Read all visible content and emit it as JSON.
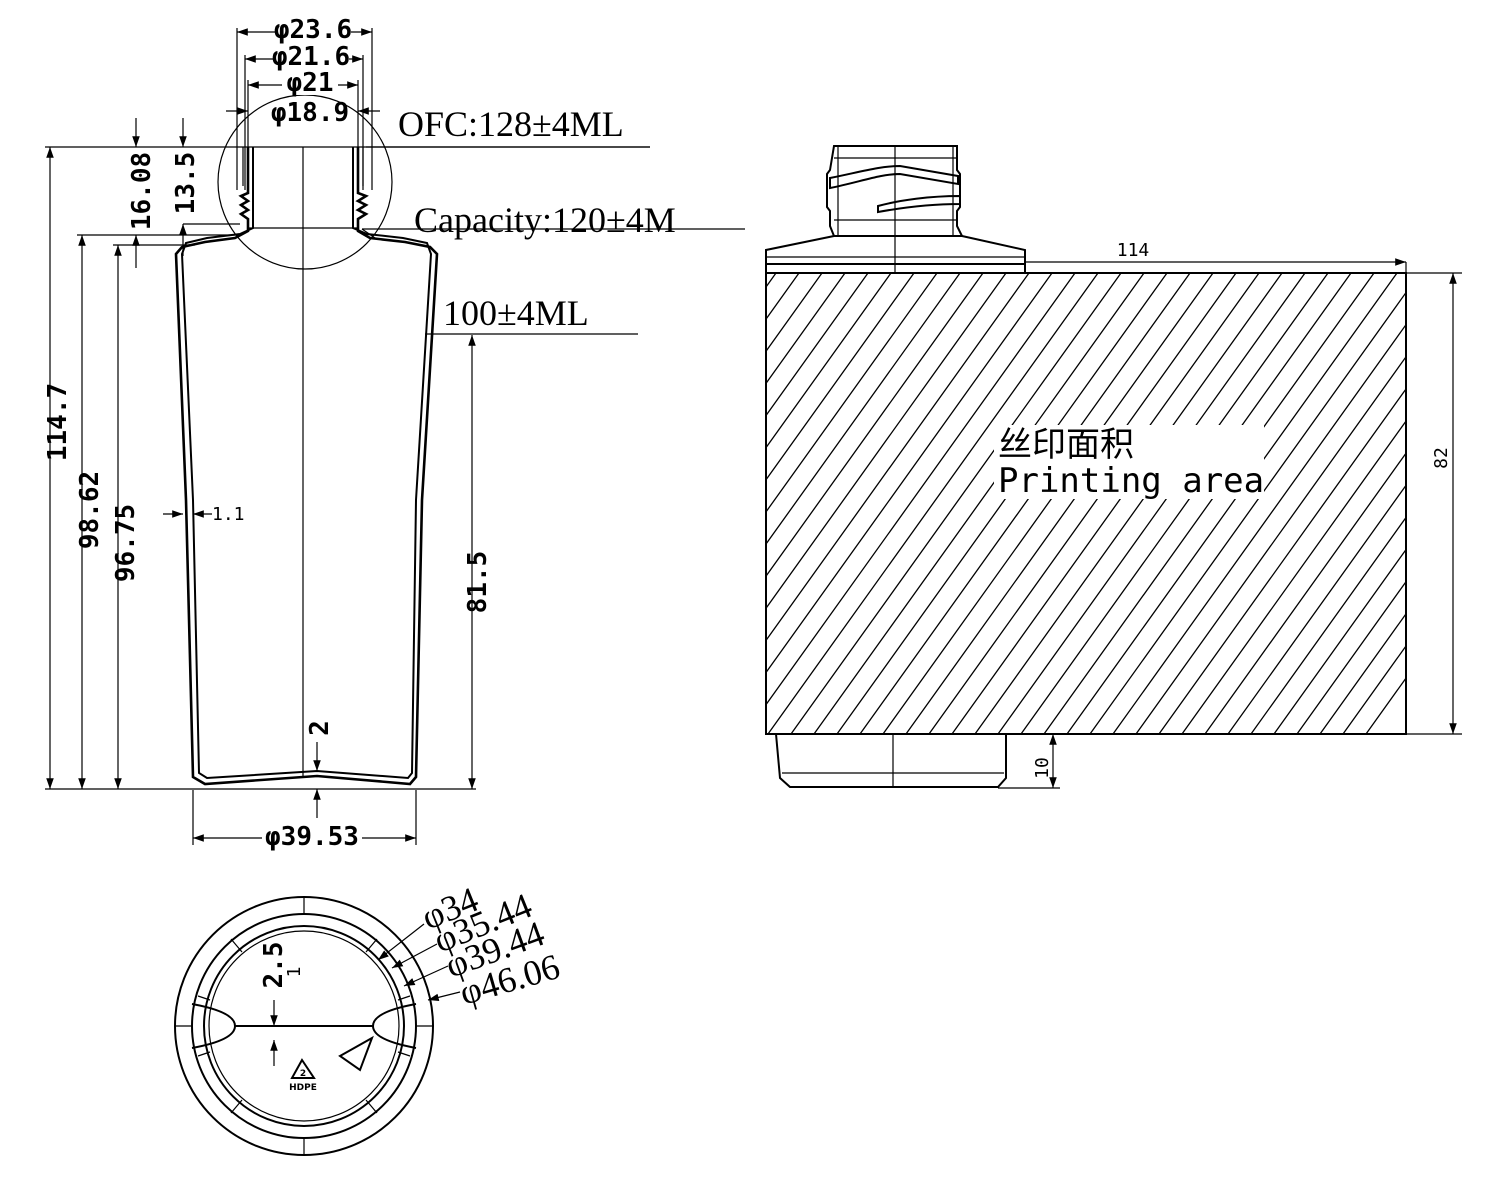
{
  "front_view": {
    "neck_diameters": [
      "φ23.6",
      "φ21.6",
      "φ21",
      "φ18.9"
    ],
    "heights": [
      "114.7",
      "98.62",
      "96.75",
      "16.08",
      "13.5"
    ],
    "wall_thickness": "1.1",
    "base_thickness": "2",
    "straight_height": "81.5",
    "base_diameter": "φ39.53"
  },
  "volumes": {
    "ofc": "OFC:128±4ML",
    "capacity": "Capacity:120±4M",
    "fill": "100±4ML"
  },
  "side_view": {
    "width": "114",
    "height": "82",
    "bottom_gap": "10",
    "printing_area_cn": "丝印面积",
    "printing_area_en": "Printing area"
  },
  "bottom_view": {
    "diameters": [
      "φ34",
      "φ35.44",
      "φ39.44",
      "φ46.06"
    ],
    "insert_height": "2.5",
    "insert_offset": "1",
    "recycle_code": "2",
    "material": "HDPE"
  }
}
